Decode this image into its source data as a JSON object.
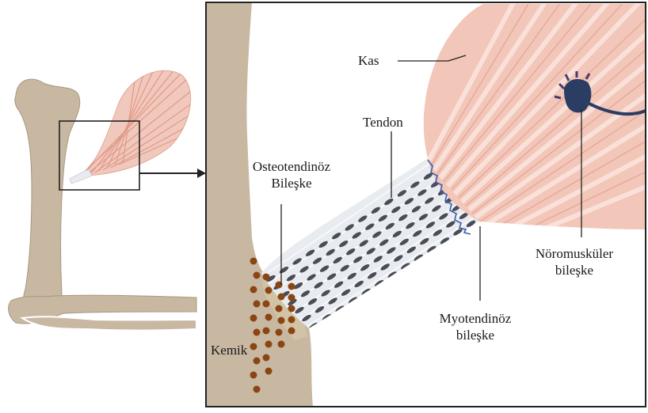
{
  "labels": {
    "kas": "Kas",
    "tendon": "Tendon",
    "osteo_line1": "Osteotendinöz",
    "osteo_line2": "Bileşke",
    "noro_line1": "Nöromusküler",
    "noro_line2": "bileşke",
    "myo_line1": "Myotendinöz",
    "myo_line2": "bileşke",
    "kemik": "Kemik"
  },
  "colors": {
    "bone": "#c8b8a2",
    "muscle": "#f0c2b4",
    "muscle_dark": "#d98a78",
    "tendon": "#e6e9ee",
    "tendon_cell": "#4a4d55",
    "bone_cell": "#8b4513",
    "nerve": "#2b3d63",
    "junction": "#3c5ea8",
    "frame": "#222222"
  },
  "icons": {
    "zoom_arrow": "arrow-right-icon",
    "nerve_ending": "nerve-terminal-icon"
  }
}
